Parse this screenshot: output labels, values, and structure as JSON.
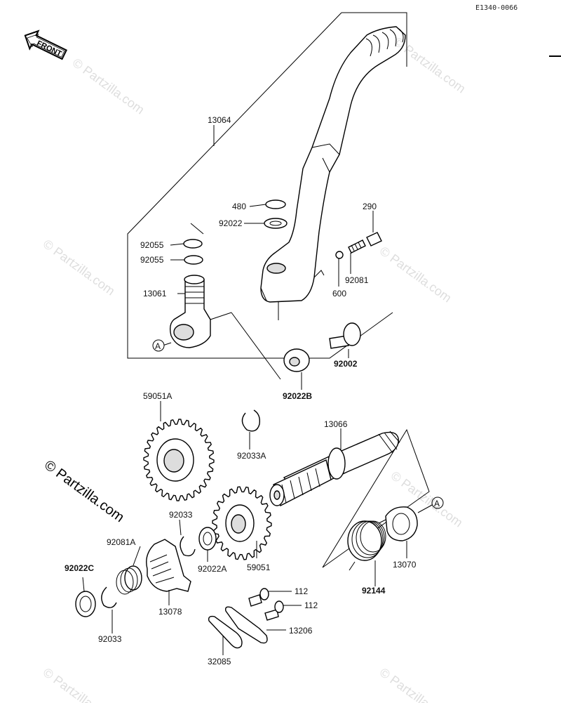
{
  "diagram_code": "E1340-0066",
  "front_label": "FRONT",
  "watermark": "© Partzilla.com",
  "callouts": {
    "p13064": "13064",
    "p480": "480",
    "p290": "290",
    "p92022": "92022",
    "p92055a": "92055",
    "p92055b": "92055",
    "p92081": "92081",
    "p600": "600",
    "p13061": "13061",
    "refA1": "A",
    "p92002": "92002",
    "p92022B": "92022B",
    "p59051A": "59051A",
    "p92033A": "92033A",
    "p13066": "13066",
    "p92033a": "92033",
    "p92081A": "92081A",
    "p92022C": "92022C",
    "p92022A": "92022A",
    "p59051": "59051",
    "refA2": "A",
    "p13070": "13070",
    "p92144": "92144",
    "p13078": "13078",
    "p92033b": "92033",
    "p112a": "112",
    "p112b": "112",
    "p13206": "13206",
    "p32085": "32085"
  }
}
